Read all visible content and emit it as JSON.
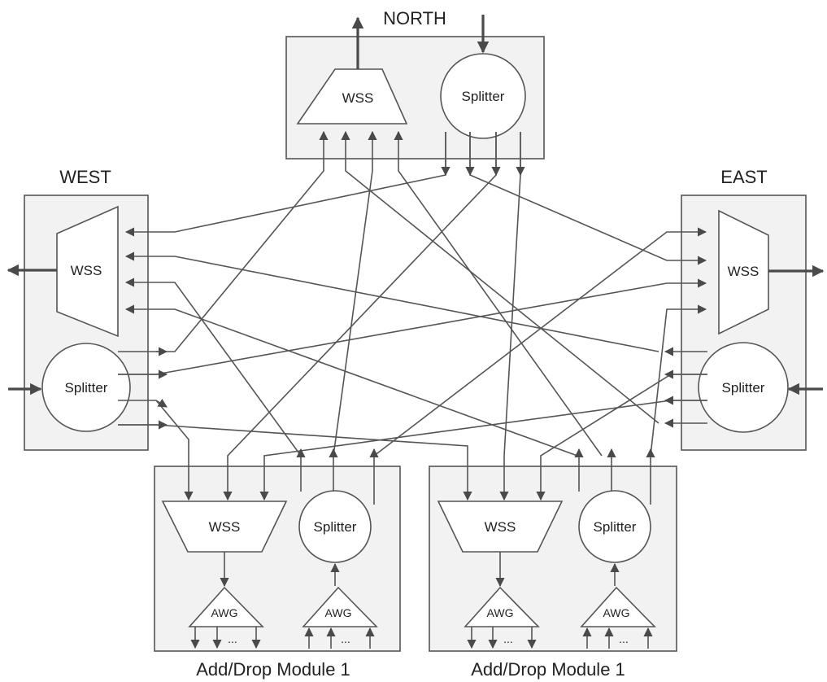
{
  "nodes": {
    "north": {
      "direction": "NORTH",
      "wss": "WSS",
      "splitter": "Splitter"
    },
    "west": {
      "direction": "WEST",
      "wss": "WSS",
      "splitter": "Splitter"
    },
    "east": {
      "direction": "EAST",
      "wss": "WSS",
      "splitter": "Splitter"
    }
  },
  "modules": [
    {
      "label": "Add/Drop Module 1",
      "wss": "WSS",
      "splitter": "Splitter",
      "awg_left": "AWG",
      "awg_right": "AWG",
      "ellipsis": "..."
    },
    {
      "label": "Add/Drop Module 1",
      "wss": "WSS",
      "splitter": "Splitter",
      "awg_left": "AWG",
      "awg_right": "AWG",
      "ellipsis": "..."
    }
  ]
}
